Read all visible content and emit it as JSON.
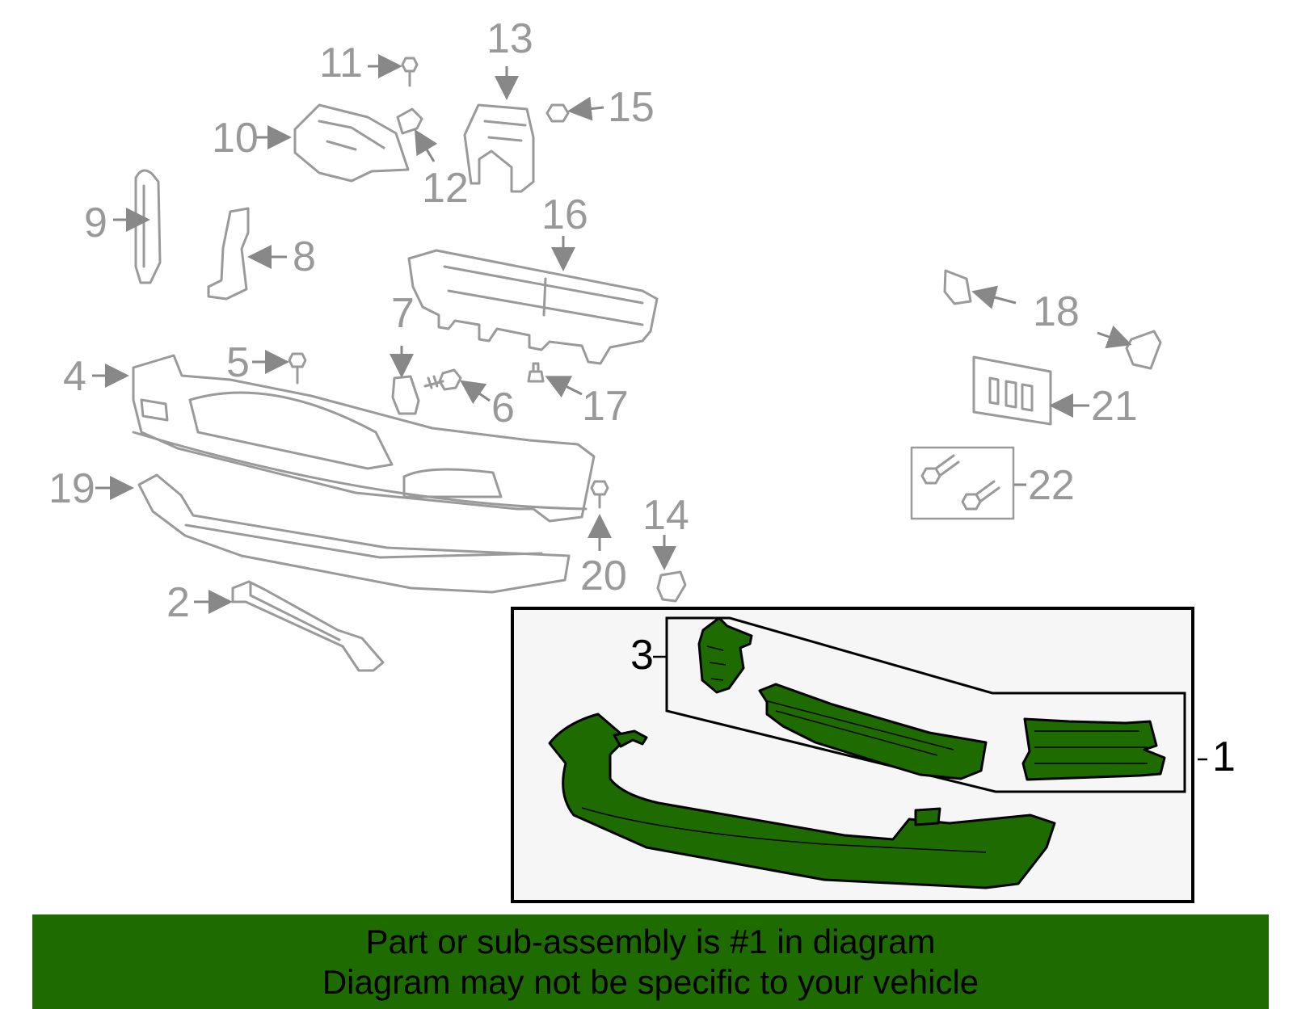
{
  "callouts": {
    "c1": "1",
    "c2": "2",
    "c3": "3",
    "c4": "4",
    "c5": "5",
    "c6": "6",
    "c7": "7",
    "c8": "8",
    "c9": "9",
    "c10": "10",
    "c11": "11",
    "c12": "12",
    "c13": "13",
    "c14": "14",
    "c15": "15",
    "c16": "16",
    "c17": "17",
    "c18": "18",
    "c19": "19",
    "c20": "20",
    "c21": "21",
    "c22": "22"
  },
  "highlighted_part": "1",
  "colors": {
    "highlight": "#1e6b00",
    "part_outline": "#9a9a9a",
    "banner": "#1e6b00"
  },
  "banner": {
    "line1": "Part or sub-assembly is #1 in diagram",
    "line2": "Diagram may not be specific to your vehicle"
  }
}
